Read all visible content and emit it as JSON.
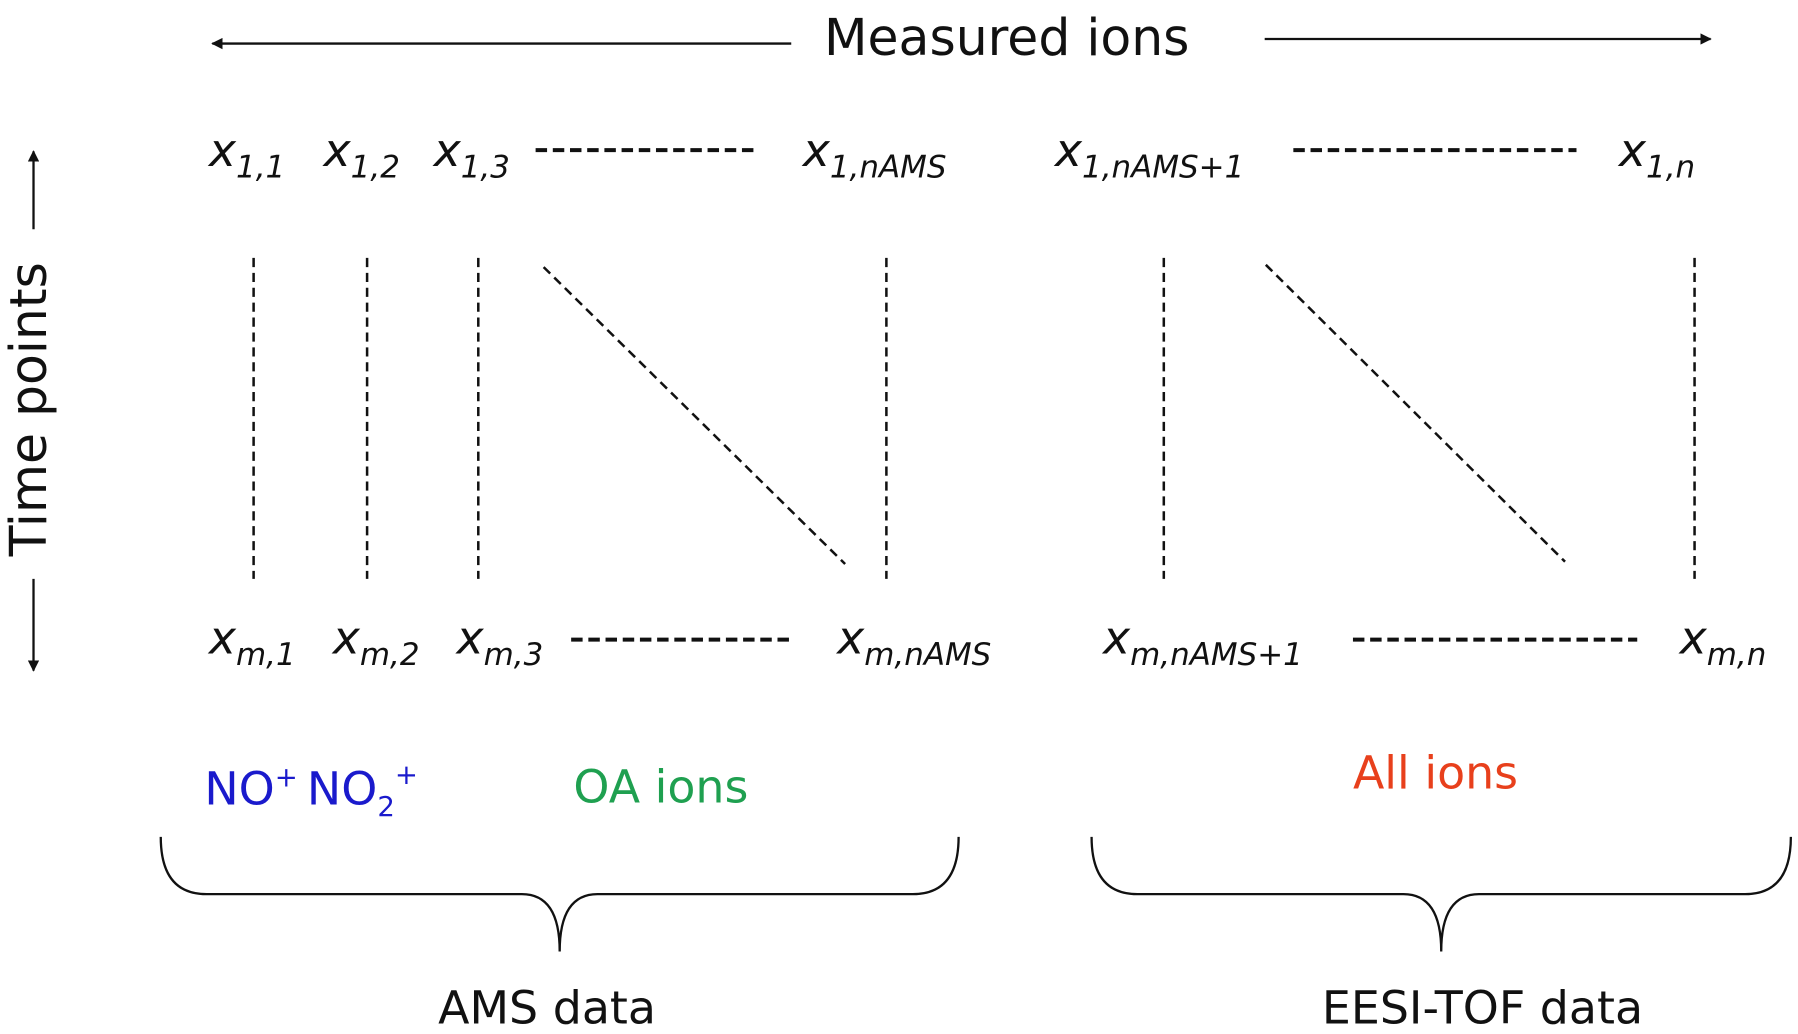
{
  "title": "Measured ions",
  "axis_label": "Time points",
  "top_row": [
    {
      "base": "x",
      "sub": "1,1"
    },
    {
      "base": "x",
      "sub": "1,2"
    },
    {
      "base": "x",
      "sub": "1,3"
    },
    {
      "base": "x",
      "sub": "1,nAMS"
    },
    {
      "base": "x",
      "sub": "1,nAMS+1"
    },
    {
      "base": "x",
      "sub": "1,n"
    }
  ],
  "bottom_row": [
    {
      "base": "x",
      "sub": "m,1"
    },
    {
      "base": "x",
      "sub": "m,2"
    },
    {
      "base": "x",
      "sub": "m,3"
    },
    {
      "base": "x",
      "sub": "m,nAMS"
    },
    {
      "base": "x",
      "sub": "m,nAMS+1"
    },
    {
      "base": "x",
      "sub": "m,n"
    }
  ],
  "groups": {
    "no_ions": {
      "no": "NO",
      "no_sup": "+",
      "no2": "NO",
      "no2_sub": "2",
      "no2_sup": "+",
      "color": "#1a1acc"
    },
    "oa_ions": {
      "label": "OA ions",
      "color": "#1fa050"
    },
    "all_ions": {
      "label": "All ions",
      "color": "#e8401c"
    }
  },
  "brace_labels": {
    "ams": "AMS data",
    "eesi": "EESI-TOF data"
  }
}
